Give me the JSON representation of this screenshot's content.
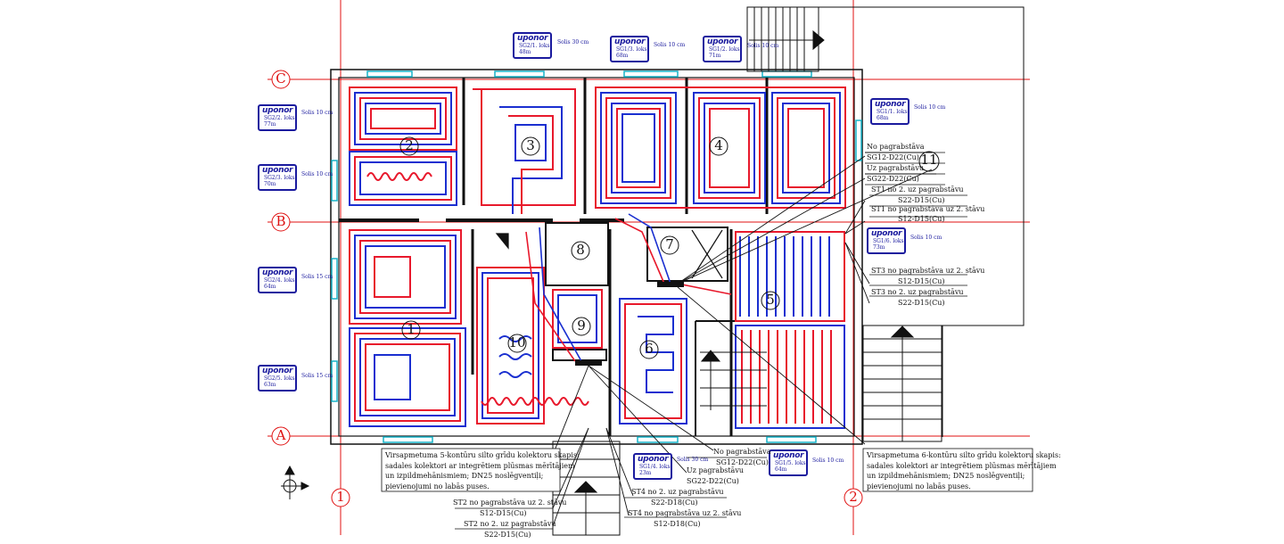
{
  "axes": {
    "c": "C",
    "b": "B",
    "a": "A",
    "one": "1",
    "two": "2"
  },
  "rooms": {
    "r1": "1",
    "r2": "2",
    "r3": "3",
    "r4": "4",
    "r5": "5",
    "r6": "6",
    "r7": "7",
    "r8": "8",
    "r9": "9",
    "r10": "10",
    "r11": "11"
  },
  "brand": "uponor",
  "loops": {
    "sg21": {
      "name": "SG2/1. loks",
      "len": "48m",
      "step": "Solis 30 cm"
    },
    "sg13": {
      "name": "SG1/3. loks",
      "len": "68m",
      "step": "Solis 10 cm"
    },
    "sg12": {
      "name": "SG1/2. loks",
      "len": "71m",
      "step": "Solis 10 cm"
    },
    "sg22": {
      "name": "SG2/2. loks",
      "len": "77m",
      "step": "Solis 10 cm"
    },
    "sg11": {
      "name": "SG1/1. loks",
      "len": "68m",
      "step": "Solis 10 cm"
    },
    "sg23": {
      "name": "SG2/3. loks",
      "len": "70m",
      "step": "Solis 10 cm"
    },
    "sg16": {
      "name": "SG1/6. loks",
      "len": "73m",
      "step": "Solis 10 cm"
    },
    "sg24": {
      "name": "SG2/4. loks",
      "len": "64m",
      "step": "Solis 15 cm"
    },
    "sg25": {
      "name": "SG2/5. loks",
      "len": "63m",
      "step": "Solis 15 cm"
    },
    "sg14": {
      "name": "SG1/4. loks",
      "len": "23m",
      "step": "Solis 30 cm"
    },
    "sg15": {
      "name": "SG1/5. loks",
      "len": "64m",
      "step": "Solis 10 cm"
    }
  },
  "riser_notes": {
    "n1": "No pagrabstāva",
    "n2": "SG12-D22(Cu)",
    "n3": "Uz pagrabstāvu",
    "n4": "SG22-D22(Cu)",
    "n5": "ST1 no 2. uz pagrabstāvu",
    "n6": "S22-D15(Cu)",
    "n7": "ST1 no pagrabstāva uz 2. stāvu",
    "n8": "S12-D15(Cu)",
    "n9": "ST3 no pagrabstāva uz 2. stāvu",
    "n10": "S12-D15(Cu)",
    "n11": "ST3 no 2. uz pagrabstāvu",
    "n12": "S22-D15(Cu)"
  },
  "bottom_notes": {
    "b1": "No pagrabstāva",
    "b2": "SG12-D22(Cu)",
    "b3": "Uz pagrabstāvu",
    "b4": "SG22-D22(Cu)",
    "b5": "ST4 no 2. uz pagrabstāvu",
    "b6": "S22-D18(Cu)",
    "b7": "ST4 no pagrabstāva uz 2. stāvu",
    "b8": "S12-D18(Cu)",
    "b9": "ST2 no pagrabstāva uz 2. stāvu",
    "b10": "S12-D15(Cu)",
    "b11": "ST2 no 2. uz pagrabstāvu",
    "b12": "S22-D15(Cu)"
  },
  "cabinet_left": {
    "l1": "Virsapmetuma 5-kontūru silto grīdu kolektoru skapis:",
    "l2": "sadales kolektori ar integrētiem plūsmas mērītājiem",
    "l3": "un izpildmehānismiem; DN25 noslēgventiļi;",
    "l4": "pievienojumi no labās puses."
  },
  "cabinet_right": {
    "l1": "Virsapmetuma 6-kontūru silto grīdu kolektoru skapis:",
    "l2": "sadales kolektori ar integrētiem plūsmas mērītājiem",
    "l3": "un izpildmehānismiem; DN25 noslēgventiļi;",
    "l4": "pievienojumi no labās puses."
  },
  "colors": {
    "supply": "#e8192c",
    "return": "#1a2fd0",
    "grid": "#e01010",
    "wall": "#111111",
    "window": "#17b3c8",
    "label": "#1a1a9e"
  }
}
